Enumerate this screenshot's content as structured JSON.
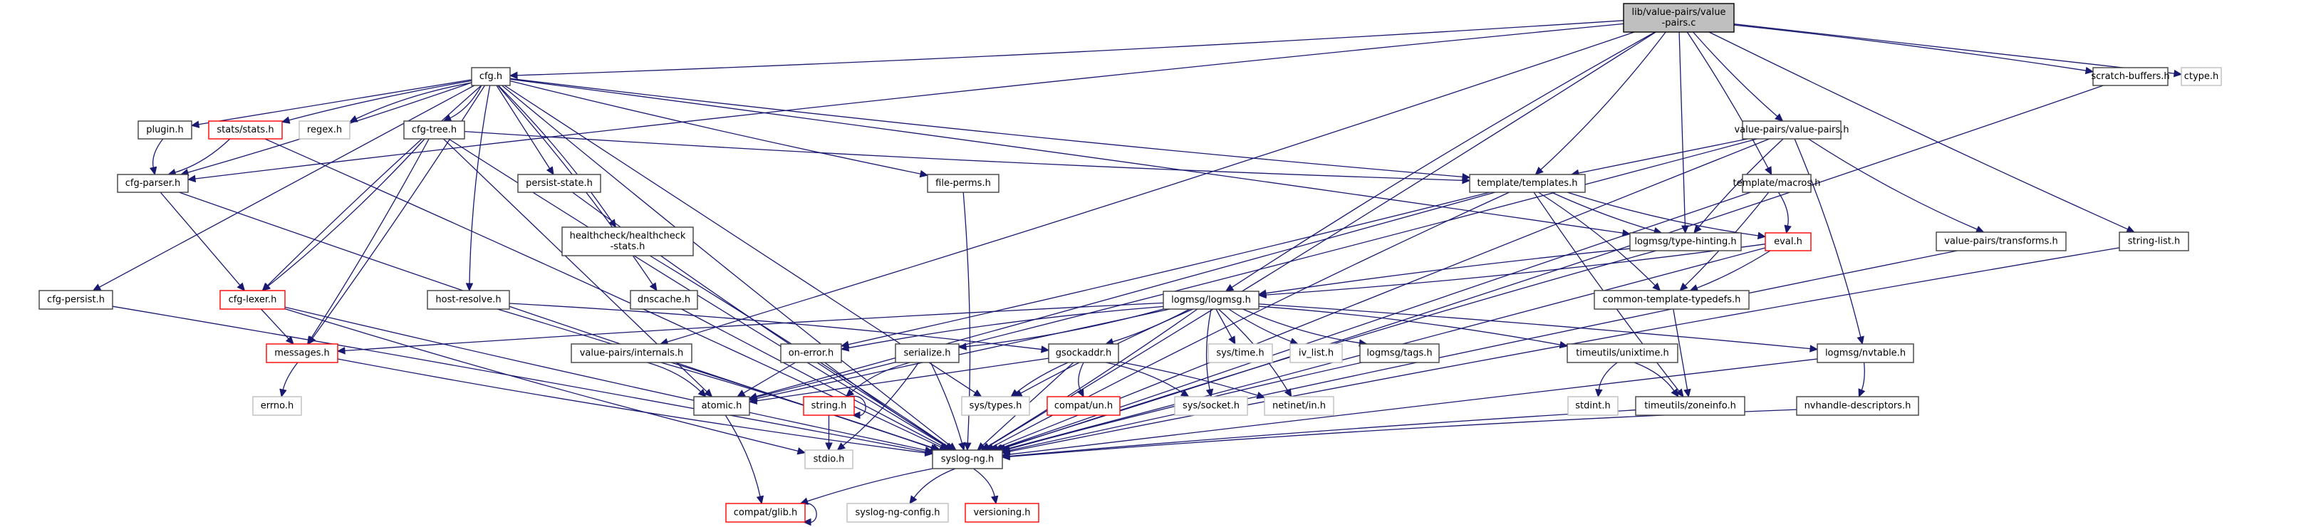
{
  "diagram": {
    "title": "lib/value-pairs/value-pairs.c include dependency graph",
    "colors": {
      "edge": "#191970",
      "root_fill": "#bfbfbf",
      "documented_border": "#404040",
      "undocumented_border": "#ff0000",
      "external_border": "#bfbfbf",
      "fill": "#ffffff"
    },
    "nodes": [
      {
        "id": "root",
        "label": [
          "lib/value-pairs/value",
          "-pairs.c"
        ],
        "kind": "root"
      },
      {
        "id": "cfg",
        "label": [
          "cfg.h"
        ],
        "kind": "documented"
      },
      {
        "id": "scratch",
        "label": [
          "scratch-buffers.h"
        ],
        "kind": "documented"
      },
      {
        "id": "ctype",
        "label": [
          "ctype.h"
        ],
        "kind": "external"
      },
      {
        "id": "plugin",
        "label": [
          "plugin.h"
        ],
        "kind": "documented"
      },
      {
        "id": "stats",
        "label": [
          "stats/stats.h"
        ],
        "kind": "undocumented"
      },
      {
        "id": "regex",
        "label": [
          "regex.h"
        ],
        "kind": "external"
      },
      {
        "id": "cfgtree",
        "label": [
          "cfg-tree.h"
        ],
        "kind": "documented"
      },
      {
        "id": "vpairs",
        "label": [
          "value-pairs/value-pairs.h"
        ],
        "kind": "documented"
      },
      {
        "id": "cfgparser",
        "label": [
          "cfg-parser.h"
        ],
        "kind": "documented"
      },
      {
        "id": "persist",
        "label": [
          "persist-state.h"
        ],
        "kind": "documented"
      },
      {
        "id": "fileperms",
        "label": [
          "file-perms.h"
        ],
        "kind": "documented"
      },
      {
        "id": "templates",
        "label": [
          "template/templates.h"
        ],
        "kind": "documented"
      },
      {
        "id": "macros",
        "label": [
          "template/macros.h"
        ],
        "kind": "documented"
      },
      {
        "id": "health",
        "label": [
          "healthcheck/healthcheck",
          "-stats.h"
        ],
        "kind": "documented"
      },
      {
        "id": "typehint",
        "label": [
          "logmsg/type-hinting.h"
        ],
        "kind": "documented"
      },
      {
        "id": "eval",
        "label": [
          "eval.h"
        ],
        "kind": "undocumented"
      },
      {
        "id": "transforms",
        "label": [
          "value-pairs/transforms.h"
        ],
        "kind": "documented"
      },
      {
        "id": "stringlist",
        "label": [
          "string-list.h"
        ],
        "kind": "documented"
      },
      {
        "id": "cfgpersist",
        "label": [
          "cfg-persist.h"
        ],
        "kind": "documented"
      },
      {
        "id": "cfglexer",
        "label": [
          "cfg-lexer.h"
        ],
        "kind": "undocumented"
      },
      {
        "id": "hostres",
        "label": [
          "host-resolve.h"
        ],
        "kind": "documented"
      },
      {
        "id": "dnscache",
        "label": [
          "dnscache.h"
        ],
        "kind": "documented"
      },
      {
        "id": "logmsg",
        "label": [
          "logmsg/logmsg.h"
        ],
        "kind": "documented"
      },
      {
        "id": "ctt",
        "label": [
          "common-template-typedefs.h"
        ],
        "kind": "documented"
      },
      {
        "id": "messages",
        "label": [
          "messages.h"
        ],
        "kind": "undocumented"
      },
      {
        "id": "vpinternals",
        "label": [
          "value-pairs/internals.h"
        ],
        "kind": "documented"
      },
      {
        "id": "onerror",
        "label": [
          "on-error.h"
        ],
        "kind": "documented"
      },
      {
        "id": "serialize",
        "label": [
          "serialize.h"
        ],
        "kind": "documented"
      },
      {
        "id": "gsockaddr",
        "label": [
          "gsockaddr.h"
        ],
        "kind": "documented"
      },
      {
        "id": "systime",
        "label": [
          "sys/time.h"
        ],
        "kind": "external"
      },
      {
        "id": "ivlist",
        "label": [
          "iv_list.h"
        ],
        "kind": "external"
      },
      {
        "id": "tags",
        "label": [
          "logmsg/tags.h"
        ],
        "kind": "documented"
      },
      {
        "id": "unixtime",
        "label": [
          "timeutils/unixtime.h"
        ],
        "kind": "documented"
      },
      {
        "id": "nvtable",
        "label": [
          "logmsg/nvtable.h"
        ],
        "kind": "documented"
      },
      {
        "id": "errno",
        "label": [
          "errno.h"
        ],
        "kind": "external"
      },
      {
        "id": "atomic",
        "label": [
          "atomic.h"
        ],
        "kind": "documented"
      },
      {
        "id": "string",
        "label": [
          "string.h"
        ],
        "kind": "undocumented"
      },
      {
        "id": "systypes",
        "label": [
          "sys/types.h"
        ],
        "kind": "external"
      },
      {
        "id": "compatun",
        "label": [
          "compat/un.h"
        ],
        "kind": "undocumented"
      },
      {
        "id": "syssocket",
        "label": [
          "sys/socket.h"
        ],
        "kind": "external"
      },
      {
        "id": "netinet",
        "label": [
          "netinet/in.h"
        ],
        "kind": "external"
      },
      {
        "id": "stdint",
        "label": [
          "stdint.h"
        ],
        "kind": "external"
      },
      {
        "id": "zoneinfo",
        "label": [
          "timeutils/zoneinfo.h"
        ],
        "kind": "documented"
      },
      {
        "id": "nvhandle",
        "label": [
          "nvhandle-descriptors.h"
        ],
        "kind": "documented"
      },
      {
        "id": "stdio",
        "label": [
          "stdio.h"
        ],
        "kind": "external"
      },
      {
        "id": "syslogng",
        "label": [
          "syslog-ng.h"
        ],
        "kind": "documented"
      },
      {
        "id": "glib",
        "label": [
          "compat/glib.h"
        ],
        "kind": "undocumented"
      },
      {
        "id": "sngconfig",
        "label": [
          "syslog-ng-config.h"
        ],
        "kind": "external"
      },
      {
        "id": "versioning",
        "label": [
          "versioning.h"
        ],
        "kind": "undocumented"
      }
    ],
    "edges": [
      [
        "root",
        "cfg"
      ],
      [
        "root",
        "scratch"
      ],
      [
        "root",
        "ctype"
      ],
      [
        "root",
        "vpairs"
      ],
      [
        "root",
        "cfgparser"
      ],
      [
        "root",
        "templates"
      ],
      [
        "root",
        "macros"
      ],
      [
        "root",
        "typehint"
      ],
      [
        "root",
        "stringlist"
      ],
      [
        "root",
        "logmsg"
      ],
      [
        "root",
        "vpinternals"
      ],
      [
        "root",
        "syslogng"
      ],
      [
        "cfg",
        "plugin"
      ],
      [
        "cfg",
        "stats"
      ],
      [
        "cfg",
        "regex"
      ],
      [
        "cfg",
        "cfgtree"
      ],
      [
        "cfg",
        "cfgparser"
      ],
      [
        "cfg",
        "persist"
      ],
      [
        "cfg",
        "fileperms"
      ],
      [
        "cfg",
        "templates"
      ],
      [
        "cfg",
        "health"
      ],
      [
        "cfg",
        "typehint"
      ],
      [
        "cfg",
        "cfgpersist"
      ],
      [
        "cfg",
        "cfglexer"
      ],
      [
        "cfg",
        "hostres"
      ],
      [
        "cfg",
        "dnscache"
      ],
      [
        "cfg",
        "messages"
      ],
      [
        "cfg",
        "systypes"
      ],
      [
        "cfg",
        "syslogng"
      ],
      [
        "plugin",
        "cfgparser"
      ],
      [
        "stats",
        "cfgparser"
      ],
      [
        "stats",
        "syslogng"
      ],
      [
        "cfgparser",
        "cfglexer"
      ],
      [
        "cfgparser",
        "syslogng"
      ],
      [
        "cfgtree",
        "templates"
      ],
      [
        "cfgtree",
        "cfglexer"
      ],
      [
        "cfgtree",
        "messages"
      ],
      [
        "cfgtree",
        "atomic"
      ],
      [
        "cfgtree",
        "syslogng"
      ],
      [
        "persist",
        "syslogng"
      ],
      [
        "fileperms",
        "syslogng"
      ],
      [
        "health",
        "syslogng"
      ],
      [
        "vpairs",
        "templates"
      ],
      [
        "vpairs",
        "typehint"
      ],
      [
        "vpairs",
        "transforms"
      ],
      [
        "vpairs",
        "nvtable"
      ],
      [
        "vpairs",
        "atomic"
      ],
      [
        "vpairs",
        "syslogng"
      ],
      [
        "templates",
        "typehint"
      ],
      [
        "templates",
        "eval"
      ],
      [
        "templates",
        "ctt"
      ],
      [
        "templates",
        "onerror"
      ],
      [
        "templates",
        "atomic"
      ],
      [
        "templates",
        "zoneinfo"
      ],
      [
        "templates",
        "syslogng"
      ],
      [
        "macros",
        "eval"
      ],
      [
        "macros",
        "ctt"
      ],
      [
        "macros",
        "syslogng"
      ],
      [
        "typehint",
        "logmsg"
      ],
      [
        "typehint",
        "syslogng"
      ],
      [
        "eval",
        "logmsg"
      ],
      [
        "eval",
        "ctt"
      ],
      [
        "eval",
        "syslogng"
      ],
      [
        "transforms",
        "syslogng"
      ],
      [
        "stringlist",
        "syslogng"
      ],
      [
        "scratch",
        "syslogng"
      ],
      [
        "cfgpersist",
        "syslogng"
      ],
      [
        "cfglexer",
        "messages"
      ],
      [
        "cfglexer",
        "syslogng"
      ],
      [
        "cfglexer",
        "stdio"
      ],
      [
        "hostres",
        "gsockaddr"
      ],
      [
        "hostres",
        "syslogng"
      ],
      [
        "dnscache",
        "syslogng"
      ],
      [
        "logmsg",
        "messages"
      ],
      [
        "logmsg",
        "onerror"
      ],
      [
        "logmsg",
        "serialize"
      ],
      [
        "logmsg",
        "gsockaddr"
      ],
      [
        "logmsg",
        "systime"
      ],
      [
        "logmsg",
        "ivlist"
      ],
      [
        "logmsg",
        "tags"
      ],
      [
        "logmsg",
        "unixtime"
      ],
      [
        "logmsg",
        "nvtable"
      ],
      [
        "logmsg",
        "atomic"
      ],
      [
        "logmsg",
        "systypes"
      ],
      [
        "logmsg",
        "syssocket"
      ],
      [
        "logmsg",
        "netinet"
      ],
      [
        "logmsg",
        "syslogng"
      ],
      [
        "ctt",
        "zoneinfo"
      ],
      [
        "messages",
        "errno"
      ],
      [
        "messages",
        "syslogng"
      ],
      [
        "vpinternals",
        "atomic"
      ],
      [
        "vpinternals",
        "syslogng"
      ],
      [
        "onerror",
        "atomic"
      ],
      [
        "onerror",
        "syslogng"
      ],
      [
        "serialize",
        "string"
      ],
      [
        "serialize",
        "stdio"
      ],
      [
        "serialize",
        "syslogng"
      ],
      [
        "gsockaddr",
        "atomic"
      ],
      [
        "gsockaddr",
        "systypes"
      ],
      [
        "gsockaddr",
        "compatun"
      ],
      [
        "gsockaddr",
        "syssocket"
      ],
      [
        "gsockaddr",
        "netinet"
      ],
      [
        "gsockaddr",
        "syslogng"
      ],
      [
        "tags",
        "syslogng"
      ],
      [
        "unixtime",
        "stdint"
      ],
      [
        "unixtime",
        "zoneinfo"
      ],
      [
        "nvtable",
        "nvhandle"
      ],
      [
        "nvtable",
        "syslogng"
      ],
      [
        "zoneinfo",
        "syslogng"
      ],
      [
        "nvhandle",
        "syslogng"
      ],
      [
        "atomic",
        "glib"
      ],
      [
        "string",
        "string"
      ],
      [
        "string",
        "stdio"
      ],
      [
        "syslogng",
        "glib"
      ],
      [
        "syslogng",
        "sngconfig"
      ],
      [
        "syslogng",
        "versioning"
      ],
      [
        "glib",
        "glib"
      ]
    ]
  }
}
